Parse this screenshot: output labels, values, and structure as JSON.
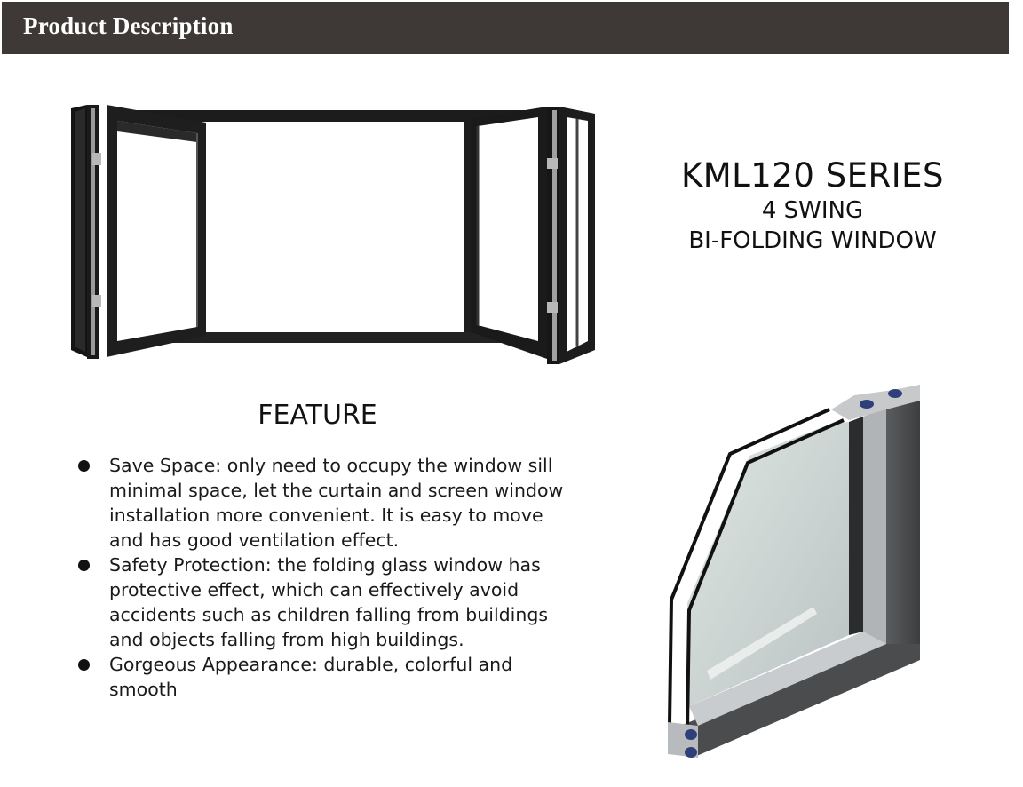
{
  "header": {
    "title": "Product Description",
    "background_color": "#3e3837",
    "text_color": "#ffffff"
  },
  "product": {
    "series": "KML120 SERIES",
    "subtitle_line1": "4 SWING",
    "subtitle_line2": "BI-FOLDING WINDOW"
  },
  "images": {
    "hero": "bi-folding-window-photo",
    "profile": "window-frame-cross-section-render"
  },
  "features": {
    "heading": "FEATURE",
    "items": [
      {
        "text": "Save Space: only need to occupy the window sill minimal space, let the curtain and screen window installation more convenient. It is easy to move and has good ventilation effect."
      },
      {
        "text": "Safety Protection: the folding glass window has protective effect, which can effectively avoid accidents such as children falling from buildings and objects falling from high buildings."
      },
      {
        "text": "Gorgeous Appearance: durable, colorful and smooth"
      }
    ]
  }
}
